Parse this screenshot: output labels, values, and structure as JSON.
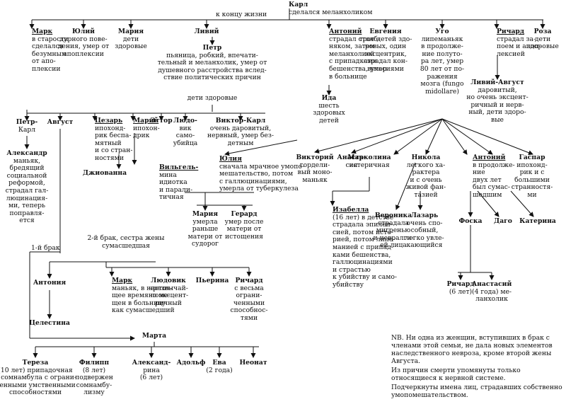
{
  "labels": {
    "end_of_life": "к концу жизни",
    "first_marriage": "1-й брак",
    "second_marriage": "2-й брак, сестра жены сумасшедшая"
  },
  "people": {
    "karl": {
      "name": "Карл",
      "desc": [
        "сделался меланхоликом"
      ]
    },
    "mark1": {
      "name": "Марк",
      "desc": [
        "в старости",
        "сделался",
        "безумным",
        "от апо-",
        "плексии"
      ]
    },
    "yuliy": {
      "name": "Юлий",
      "desc": [
        "дурного пове-",
        "дения, умер от",
        "апоплексии"
      ]
    },
    "maria1": {
      "name": "Мария",
      "desc": [
        "дети",
        "здоровые"
      ]
    },
    "liviy": {
      "name": "Ливий",
      "desc": []
    },
    "petr": {
      "name": "Петр",
      "desc": [
        "пьяница, робкий, впечати-",
        "тельный и меланхолик, умер от",
        "душевного расстройства вслед-",
        "ствие политических причин"
      ]
    },
    "petr_children": {
      "name": "",
      "desc": [
        "дети здоровые"
      ]
    },
    "antoniy1": {
      "name": "Антоний",
      "desc": [
        "страдал столб-",
        "няком, затем",
        "меланхолией",
        "с припадками",
        "бешенства, умер",
        "в больнице"
      ]
    },
    "ida": {
      "name": "Ида",
      "desc": [
        "шесть",
        "здоровых",
        "детей"
      ]
    },
    "evgeniya": {
      "name": "Евгения",
      "desc": [
        "трое детей здо-",
        "ровых, один",
        "эксцентрик,",
        "страдал кон-",
        "вульсиями"
      ]
    },
    "ugo": {
      "name": "Уго",
      "desc": [
        "липеманьяк",
        "в продолже-",
        "ние полуто-",
        "ра лет, умер",
        "80 лет от по-",
        "ражения",
        "мозга (fungo",
        "midollare)"
      ]
    },
    "richard1": {
      "name": "Ричард",
      "desc": [
        "страдал за-",
        "поем и апоп-",
        "лексией"
      ]
    },
    "roza": {
      "name": "Роза",
      "desc": [
        "дети",
        "здоровые"
      ]
    },
    "liviy_avgust": {
      "name": "Ливий-Август",
      "desc": [
        "даровитый,",
        "но очень эксцент-",
        "ричный и нерв-",
        "ный, дети здоро-",
        "вые"
      ]
    },
    "petr_karl": {
      "name": "Петр-",
      "desc": [
        "Карл"
      ]
    },
    "avgust": {
      "name": "Август",
      "desc": []
    },
    "cezar": {
      "name": "Цезарь",
      "desc": [
        "ипохонд-",
        "рик беспа-",
        "мятный",
        "и со стран-",
        "ностями"
      ]
    },
    "mariy": {
      "name": "Марий",
      "desc": [
        "ипохон-",
        "дрик"
      ]
    },
    "ettor": {
      "name": "Эттор",
      "desc": []
    },
    "lyudovik1": {
      "name": "Людо-",
      "desc": [
        "вик",
        "само-",
        "убийца"
      ]
    },
    "viktor_karl": {
      "name": "Виктор-Карл",
      "desc": [
        "очень даровитый,",
        "нервный, умер без-",
        "детным"
      ]
    },
    "aleksandr": {
      "name": "Александр",
      "desc": [
        "маньяк,",
        "бредящий",
        "социальной",
        "реформой,",
        "страдал гал-",
        "люцинация-",
        "ми, теперь",
        "поправля-",
        "ется"
      ]
    },
    "dzhovanna": {
      "name": "Джиованна",
      "desc": []
    },
    "vilgelmina": {
      "name": "Вильгель-",
      "desc": [
        "мина",
        "идиотка",
        "и парали-",
        "тичная"
      ]
    },
    "yuliya": {
      "name": "Юлия",
      "desc": [
        "сначала мрачное умопо-",
        "мешательство, потом",
        "с галлюцинациями,",
        "умерла от туберкулеза"
      ]
    },
    "maria2": {
      "name": "Мария",
      "desc": [
        "умерла",
        "раньше",
        "матери от",
        "судорог"
      ]
    },
    "gerard": {
      "name": "Герард",
      "desc": [
        "умер после",
        "матери от",
        "истощения"
      ]
    },
    "viktoriy": {
      "name": "Викторий",
      "desc": [
        "гордели-",
        "вый моно-",
        "маньяк"
      ]
    },
    "anastasiya": {
      "name": "Анаста-",
      "desc": [
        "сия"
      ]
    },
    "markolina": {
      "name": "Марколина",
      "desc": [
        "истеричная"
      ]
    },
    "nikola": {
      "name": "Никола",
      "desc": [
        "легкого ха-",
        "рактера",
        "и с очень",
        "живой фан-",
        "тазией"
      ]
    },
    "antoniy2": {
      "name": "Антоний",
      "desc": [
        "в продолже-",
        "ние",
        "двух лет",
        "был сумас-",
        "шедшим"
      ]
    },
    "gaspar": {
      "name": "Гаспар",
      "desc": [
        "ипохонд-",
        "рик и с",
        "большими",
        "странностя-",
        "ми"
      ]
    },
    "izabella": {
      "name": "Изабелла",
      "desc": [
        "(16 лет) в детстве",
        "страдала эпилеп-",
        "сией, потом исте-",
        "рией, потом липе-",
        "манией с припад-",
        "ками бешенства,",
        "галлюцинациями",
        "и страстью",
        "к убийству и само-",
        "убийству"
      ]
    },
    "veronika": {
      "name": "Вероника",
      "desc": [
        "страдала",
        "мигренью",
        "и невралги-",
        "ей лица"
      ]
    },
    "lazar": {
      "name": "Лазарь",
      "desc": [
        "очень спо-",
        "собный,",
        "легко увле-",
        "кающийся"
      ]
    },
    "foska": {
      "name": "Фоска",
      "desc": []
    },
    "dago": {
      "name": "Даго",
      "desc": []
    },
    "katerina": {
      "name": "Катерина",
      "desc": []
    },
    "richard3": {
      "name": "Ричард",
      "desc": [
        "(6 лет)"
      ]
    },
    "anastasiy": {
      "name": "Анастасий",
      "desc": [
        "(4 года) ме-",
        "ланхолик"
      ]
    },
    "antoniya": {
      "name": "Антония",
      "desc": []
    },
    "celestina": {
      "name": "Целестина",
      "desc": []
    },
    "mark2": {
      "name": "Марк",
      "desc": [
        "маньяк, в настоя-",
        "щее время поме-",
        "щен в больницу",
        "как сумасшедший"
      ]
    },
    "lyudovik2": {
      "name": "Людовик",
      "desc": [
        "чрезвычай-",
        "но эксцент-",
        "ричный"
      ]
    },
    "pyerina": {
      "name": "Пьерина",
      "desc": []
    },
    "richard2": {
      "name": "Ричард",
      "desc": [
        "с весьма",
        "ограни-",
        "ченными",
        "способнос-",
        "тями"
      ]
    },
    "marta": {
      "name": "Марта",
      "desc": []
    },
    "tereza": {
      "name": "Тереза",
      "desc": [
        "(10 лет) припадочная",
        "и сомнамбула с ограни-",
        "ченными умственными",
        "способностями"
      ]
    },
    "filipp": {
      "name": "Филипп",
      "desc": [
        "(8 лет)",
        "подвержен",
        "сомнамбу-",
        "лизму"
      ]
    },
    "aleksandrina": {
      "name": "Александ-",
      "desc": [
        "рина",
        "(6 лет)"
      ]
    },
    "adolf": {
      "name": "Адольф",
      "desc": []
    },
    "eva": {
      "name": "Ева",
      "desc": [
        "(2 года)"
      ]
    },
    "neonat": {
      "name": "Неонат",
      "desc": []
    }
  },
  "note": {
    "paragraphs": [
      "NB. Ни одна из женщин, вступивших в брак с членами этой семьи, не дала новых элементов наследственного невроза, кроме второй жены Августа.",
      "Из причин смерти упомянуты только относящиеся к нервной системе.",
      "Подчеркнуты имена лиц, страдавших собственно умопомешательством."
    ]
  }
}
